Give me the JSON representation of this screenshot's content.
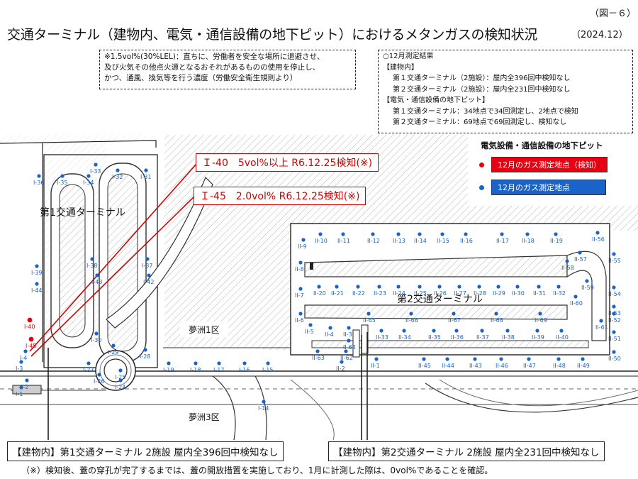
{
  "header": {
    "figure_number": "（図－６）",
    "title": "交通ターミナル（建物内、電気・通信設備の地下ピット）におけるメタンガスの検知状況",
    "date": "（2024.12）"
  },
  "note": {
    "lines": [
      "※1.5vol%(30%LEL)：直ちに、労働者を安全な場所に退避させ、",
      "及び火気その他点火源となるおそれがあるものの使用を停止し、",
      "かつ、通風、換気等を行う濃度（労働安全衛生規則より）"
    ]
  },
  "results": {
    "heading": "○12月測定結果",
    "building_heading": "【建物内】",
    "building_1": "第１交通ターミナル（2施設）：屋内全396回中検知なし",
    "building_2": "第２交通ターミナル（2施設）：屋内全231回中検知なし",
    "pit_heading": "【電気・通信設備の地下ピット】",
    "pit_1": "第１交通ターミナル：34地点で34回測定し、2地点で検知",
    "pit_2": "第２交通ターミナル：69地点で69回測定し、検知なし"
  },
  "legend": {
    "title": "電気設備・通信設備の地下ピット",
    "detected_label": "12月のガス測定地点（検知）",
    "normal_label": "12月のガス測定地点",
    "detected_color": "#e60012",
    "normal_color": "#1a63c8"
  },
  "callouts": {
    "i40": "Ｉ-40　5vol%以上 R6.12.25検知(※)",
    "i45": "Ｉ-45　2.0vol% R6.12.25検知(※)"
  },
  "map_labels": {
    "terminal1": "第1交通ターミナル",
    "terminal2": "第2交通ターミナル",
    "yumeshima1": "夢洲1区",
    "yumeshima3": "夢洲3区"
  },
  "points": {
    "terminal1": [
      "I-36",
      "I-35",
      "I-34",
      "I-33",
      "I-32",
      "I-31",
      "I-39",
      "I-44",
      "I-38",
      "I-43",
      "I-37",
      "I-42",
      "I-40",
      "I-45",
      "I-30",
      "I-29",
      "I-28",
      "I-4",
      "I-3",
      "I-2",
      "I-1",
      "I-27",
      "I-26",
      "I-25",
      "I-24",
      "I-19",
      "I-18",
      "I-17",
      "I-16",
      "I-15",
      "I-14"
    ],
    "terminal2": [
      "II-9",
      "II-10",
      "II-11",
      "II-12",
      "II-13",
      "II-14",
      "II-15",
      "II-16",
      "II-17",
      "II-18",
      "II-19",
      "II-56",
      "II-57",
      "II-55",
      "II-58",
      "II-8",
      "II-7",
      "II-20",
      "II-21",
      "II-22",
      "II-23",
      "II-24",
      "II-25",
      "II-26",
      "II-27",
      "II-28",
      "II-29",
      "II-30",
      "II-31",
      "II-32",
      "II-59",
      "II-54",
      "II-60",
      "II-6",
      "II-5",
      "II-4",
      "II-65",
      "II-66",
      "II-67",
      "II-68",
      "II-69",
      "II-53",
      "II-52",
      "II-61",
      "II-3",
      "II-33",
      "II-34",
      "II-35",
      "II-36",
      "II-37",
      "II-38",
      "II-39",
      "II-40",
      "II-51",
      "II-63",
      "II-62",
      "II-64",
      "II-1",
      "II-2",
      "II-45",
      "II-44",
      "II-43",
      "II-46",
      "II-47",
      "II-48",
      "II-49",
      "II-50"
    ]
  },
  "bottom": {
    "box1": "【建物内】第1交通ターミナル 2施設 屋内全396回中検知なし",
    "box2": "【建物内】第2交通ターミナル 2施設 屋内全231回中検知なし",
    "footnote": "（※）検知後、蓋の穿孔が完了するまでは、蓋の開放措置を実施しており、1月に計測した際は、0vol%であることを確認。"
  }
}
